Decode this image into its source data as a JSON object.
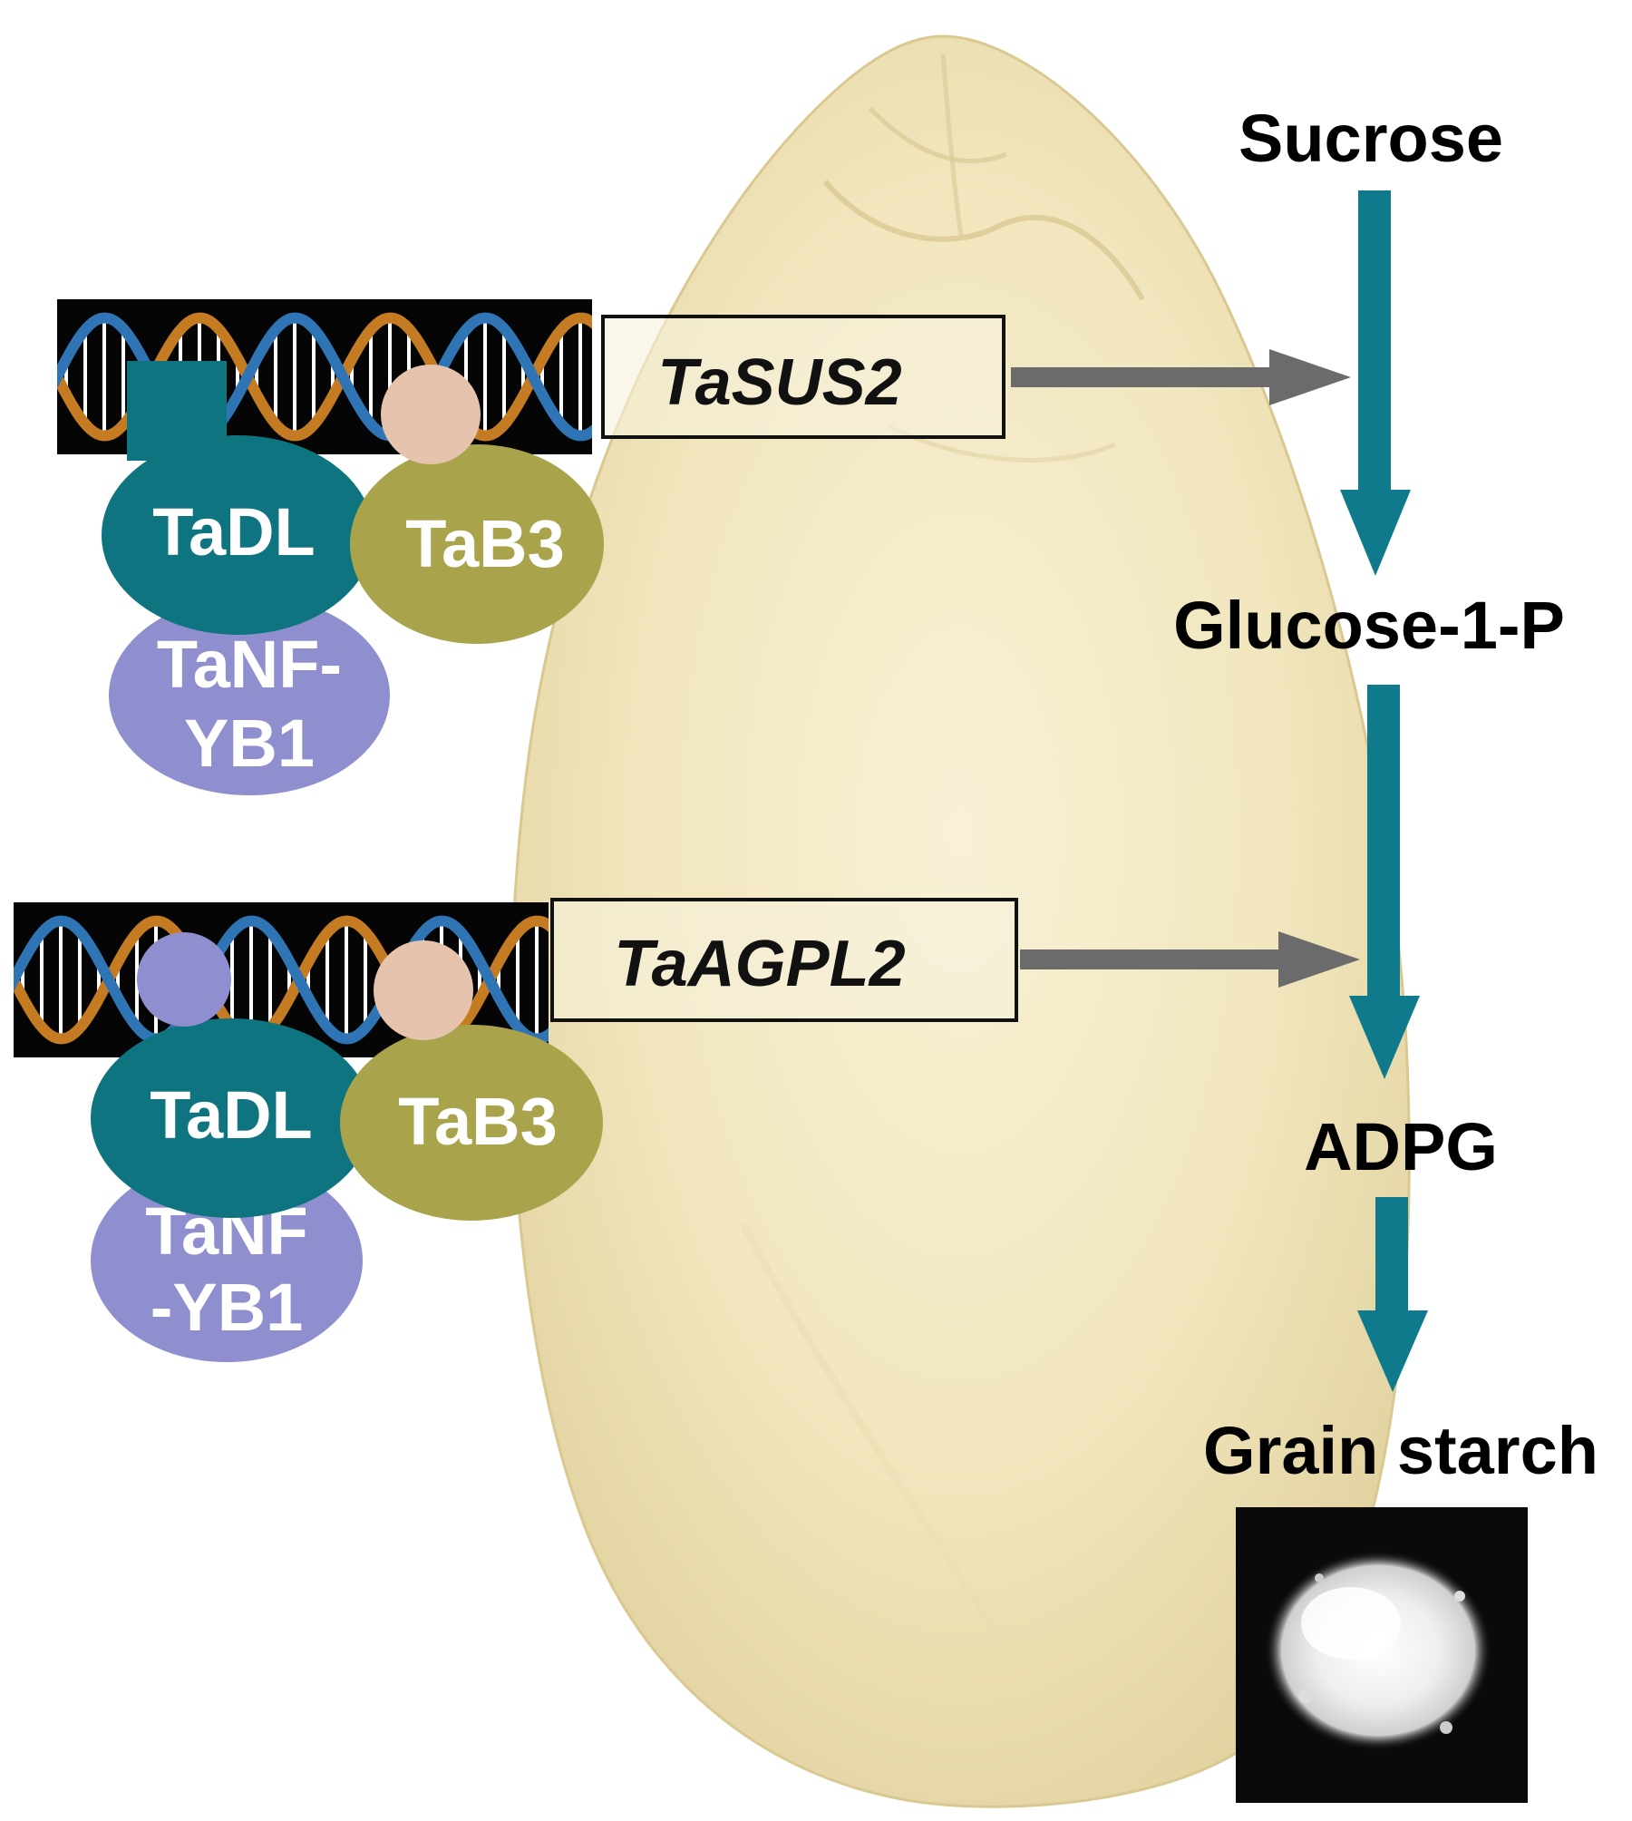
{
  "genes": {
    "gene1": "TaSUS2",
    "gene2": "TaAGPL2"
  },
  "complex1": {
    "dl": "TaDL",
    "b3": "TaB3",
    "nfyb_line1": "TaNF-",
    "nfyb_line2": "YB1"
  },
  "complex2": {
    "dl": "TaDL",
    "b3": "TaB3",
    "nfyb_line1": "TaNF",
    "nfyb_line2": "-YB1"
  },
  "pathway": {
    "step1": "Sucrose",
    "step2": "Glucose-1-P",
    "step3": "ADPG",
    "step4": "Grain starch"
  },
  "colors": {
    "pathway_arrow": "#0e7a8c",
    "gene_arrow": "#6b6b6b",
    "tadl": "#0e7480",
    "tab3": "#a9a44b",
    "tanfyb1": "#8f8fcf",
    "ta_b3_contact": "#e6c3ad",
    "dna_strand_orange": "#c57b22",
    "dna_strand_blue": "#2f74b5",
    "grain": "#f4ebc6"
  }
}
